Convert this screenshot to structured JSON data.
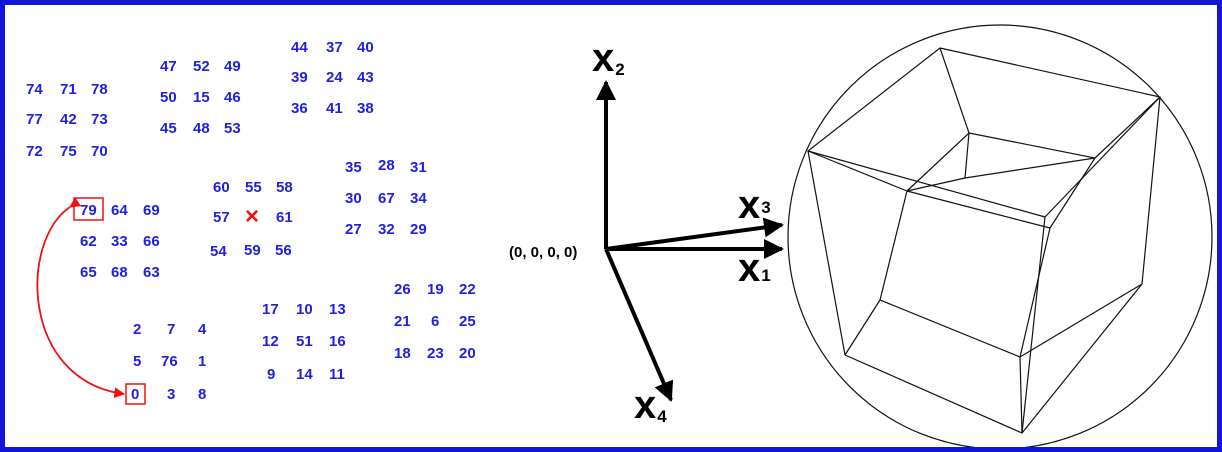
{
  "colors": {
    "frame": "#1515d9",
    "numbers": "#1f1fe0",
    "highlight": "#ee1111",
    "ink": "#000000"
  },
  "numbers": {
    "group_74": [
      "74",
      "71",
      "78",
      "77",
      "42",
      "73",
      "72",
      "75",
      "70"
    ],
    "group_47": [
      "47",
      "52",
      "49",
      "50",
      "15",
      "46",
      "45",
      "48",
      "53"
    ],
    "group_44": [
      "44",
      "37",
      "40",
      "39",
      "24",
      "43",
      "36",
      "41",
      "38"
    ],
    "group_60": [
      "60",
      "55",
      "58",
      "57",
      "61",
      "54",
      "59",
      "56"
    ],
    "group_35": [
      "35",
      "28",
      "31",
      "30",
      "67",
      "34",
      "27",
      "32",
      "29"
    ],
    "group_79": [
      "79",
      "64",
      "69",
      "62",
      "33",
      "66",
      "65",
      "68",
      "63"
    ],
    "group_2": [
      "2",
      "7",
      "4",
      "5",
      "76",
      "1",
      "0",
      "3",
      "8"
    ],
    "group_17": [
      "17",
      "10",
      "13",
      "12",
      "51",
      "16",
      "9",
      "14",
      "11"
    ],
    "group_26": [
      "26",
      "19",
      "22",
      "21",
      "6",
      "25",
      "18",
      "23",
      "20"
    ]
  },
  "center_marker": "×",
  "axes": {
    "origin": "(0, 0, 0, 0)",
    "x1": {
      "base": "x",
      "sub": "1"
    },
    "x2": {
      "base": "x",
      "sub": "2"
    },
    "x3": {
      "base": "x",
      "sub": "3"
    },
    "x4": {
      "base": "x",
      "sub": "4"
    }
  }
}
